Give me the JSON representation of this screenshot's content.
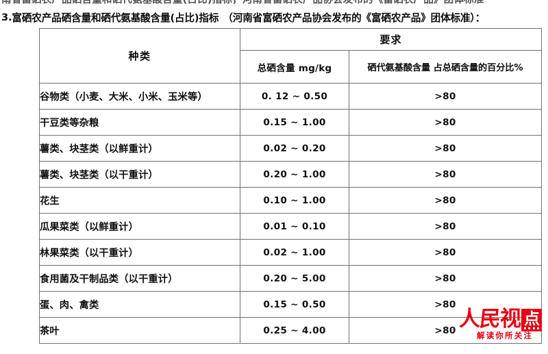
{
  "page": {
    "clipped_top_line": "南省富硒农产品硒含量和硒代氨基酸含量(占比)指标，河南省富硒农产品协会发布的《富硒农产品》团体标准",
    "heading_number": "3.",
    "heading_title": "富硒农产品硒含量和硒代氨基酸含量(占比)指标",
    "heading_source": "（河南省富硒农产品协会发布的《富硒农产品》团体标准）：",
    "accent_color": "#e60012",
    "border_color": "#6f6f6f",
    "text_color": "#0f0f0f"
  },
  "table": {
    "header": {
      "kind": "种类",
      "requirement": "要求",
      "total_se": "总硒含量 mg/kg",
      "se_amino_pct": "硒代氨基酸含量 占总硒含量的百分比%"
    },
    "rows": [
      {
        "kind": "谷物类（小麦、大米、小米、玉米等）",
        "total_se": "0. 12 ~ 0.50",
        "se_amino_pct": ">80"
      },
      {
        "kind": "干豆类等杂粮",
        "total_se": "0.15 ~ 1.00",
        "se_amino_pct": ">80"
      },
      {
        "kind": "薯类、块茎类（以鲜重计）",
        "total_se": "0.02 ~ 0.20",
        "se_amino_pct": ">80"
      },
      {
        "kind": "薯类、块茎类（以干重计）",
        "total_se": "0.20 ~ 1.00",
        "se_amino_pct": ">80"
      },
      {
        "kind": "花生",
        "total_se": "0.10 ~ 1.00",
        "se_amino_pct": ">80"
      },
      {
        "kind": "瓜果菜类（以鲜重计）",
        "total_se": "0.01 ~ 0.10",
        "se_amino_pct": ">80"
      },
      {
        "kind": "林果菜类（以干重计）",
        "total_se": "0.02 ~ 1.00",
        "se_amino_pct": ">80"
      },
      {
        "kind": "食用菌及干制品类（以干重计）",
        "total_se": "0.20 ~ 5.00",
        "se_amino_pct": ">80"
      },
      {
        "kind": "蛋、肉、禽类",
        "total_se": "0.15 ~ 0.50",
        "se_amino_pct": ">80"
      },
      {
        "kind": "茶叶",
        "total_se": "0.25 ~ 4.00",
        "se_amino_pct": ">80"
      }
    ]
  },
  "watermark": {
    "char1": "人",
    "char2": "民",
    "char3": "视",
    "char4": "点",
    "tagline": "解读你所关注"
  }
}
